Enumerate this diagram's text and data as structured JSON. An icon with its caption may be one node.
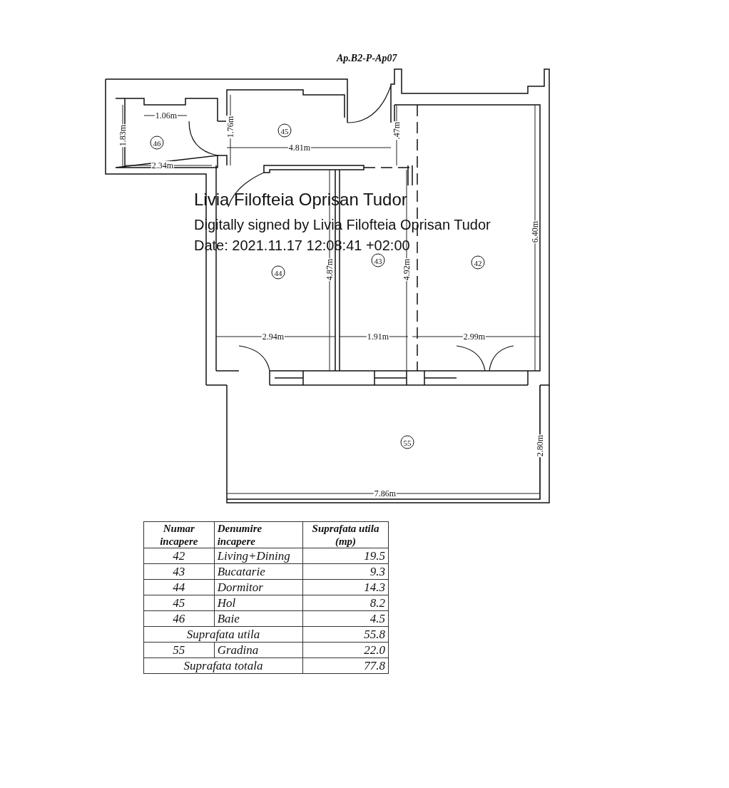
{
  "diagram": {
    "title": "Ap.B2-P-Ap07",
    "nodes": [
      {
        "text": [
          "46"
        ]
      },
      {
        "text": [
          "45"
        ]
      },
      {
        "text": [
          "44"
        ]
      },
      {
        "text": [
          "43"
        ]
      },
      {
        "text": [
          "42"
        ]
      },
      {
        "text": [
          "55"
        ]
      }
    ],
    "labels": [
      "1.06m",
      "1.83m",
      "1.76m",
      ".47m",
      "4.81m",
      "2.34m",
      "Livia Filofteia Oprisan Tudor",
      "Digitally signed by Livia Filofteia Oprisan Tudor",
      "Date: 2021.11.17 12:08:41 +02:00",
      "6.40m",
      "4.87m",
      "4.92m",
      "2.94m",
      "1.91m",
      "2.99m",
      "2.80m",
      "7.86m",
      "Numar incapere",
      "Denumire incapere",
      "Suprafata utila (mp)",
      "42",
      "Living+Dining",
      "19.5",
      "43",
      "Bucatarie",
      "9.3",
      "44",
      "Dormitor",
      "14.3",
      "45",
      "Hol",
      "8.2",
      "46",
      "Baie",
      "4.5",
      "Suprafata utila",
      "55.8",
      "55",
      "Gradina",
      "22.0",
      "Suprafata totala",
      "77.8"
    ]
  }
}
